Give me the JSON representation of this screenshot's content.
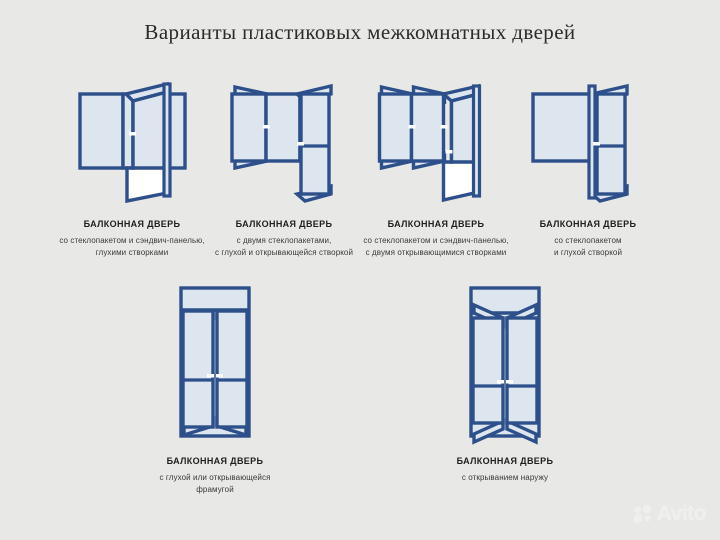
{
  "title": "Варианты пластиковых межкомнатных дверей",
  "background_color": "#e8e8e6",
  "frame_color": "#2d4f8a",
  "glass_color": "#dde5ee",
  "panel_color": "#ffffff",
  "doors": [
    {
      "id": "door-1",
      "title": "БАЛКОННАЯ ДВЕРЬ",
      "line1": "со стеклопакетом и сэндвич-панелью,",
      "line2": "глухими створками"
    },
    {
      "id": "door-2",
      "title": "БАЛКОННАЯ ДВЕРЬ",
      "line1": "с двумя стеклопакетами,",
      "line2": "с глухой и открывающейся створкой"
    },
    {
      "id": "door-3",
      "title": "БАЛКОННАЯ ДВЕРЬ",
      "line1": "со стеклопакетом и сэндвич-панелью,",
      "line2": "с двумя открывающимися створками"
    },
    {
      "id": "door-4",
      "title": "БАЛКОННАЯ ДВЕРЬ",
      "line1": "со стеклопакетом",
      "line2": "и глухой створкой"
    },
    {
      "id": "door-5",
      "title": "БАЛКОННАЯ ДВЕРЬ",
      "line1": "с глухой или открывающейся",
      "line2": "фрамугой"
    },
    {
      "id": "door-6",
      "title": "БАЛКОННАЯ ДВЕРЬ",
      "line1": "с открыванием наружу",
      "line2": ""
    }
  ],
  "watermark": {
    "text": "Avito",
    "icon": "avito-dots-icon"
  }
}
